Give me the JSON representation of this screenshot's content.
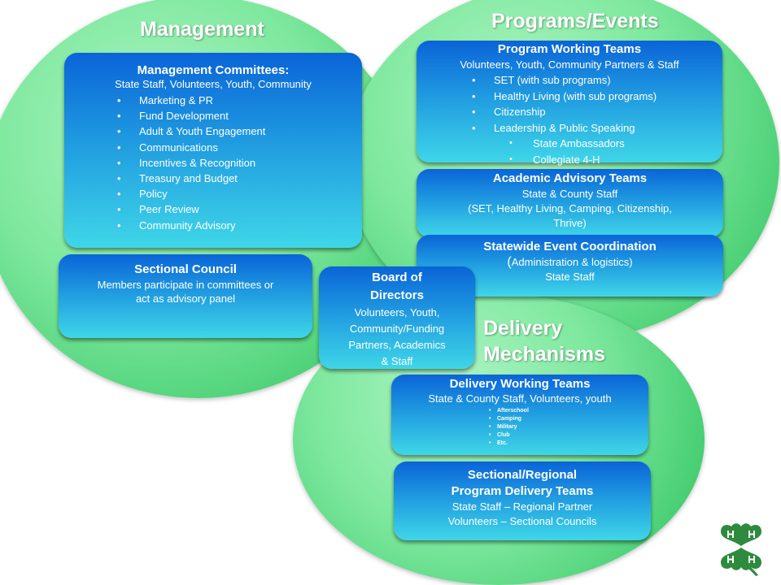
{
  "management": {
    "title": "Management",
    "committees": {
      "heading": "Management Committees:",
      "subtitle": "State Staff, Volunteers, Youth, Community",
      "items": [
        "Marketing & PR",
        "Fund Development",
        "Adult & Youth Engagement",
        "Communications",
        "Incentives & Recognition",
        "Treasury and Budget",
        "Policy",
        "Peer Review",
        "Community Advisory"
      ]
    },
    "sectional_council": {
      "heading": "Sectional Council",
      "line1": "Members participate in committees or",
      "line2": "act as advisory panel"
    }
  },
  "programs": {
    "title": "Programs/Events",
    "working_teams": {
      "heading": "Program Working Teams",
      "subtitle": "Volunteers, Youth, Community Partners & Staff",
      "items": [
        "SET (with sub programs)",
        "Healthy Living (with sub programs)",
        "Citizenship",
        "Leadership & Public Speaking"
      ],
      "sub_items": [
        "State Ambassadors",
        "Collegiate 4-H"
      ]
    },
    "academic": {
      "heading": "Academic Advisory Teams",
      "line1": "State & County Staff",
      "line2": "(SET, Healthy Living, Camping, Citizenship,",
      "line3": "Thrive)"
    },
    "statewide": {
      "heading": "Statewide Event Coordination",
      "paren_open": "(",
      "line1": "Administration & logistics)",
      "line2": "State Staff"
    }
  },
  "board": {
    "heading1": "Board of",
    "heading2": "Directors",
    "line1": "Volunteers, Youth,",
    "line2": "Community/Funding",
    "line3": "Partners, Academics",
    "line4": "& Staff"
  },
  "delivery": {
    "title1": "Delivery",
    "title2": "Mechanisms",
    "working_teams": {
      "heading": "Delivery Working Teams",
      "subtitle": "State & County Staff, Volunteers, youth",
      "items": [
        "Afterschool",
        "Camping",
        "Military",
        "Club",
        "Etc."
      ]
    },
    "sectional_regional": {
      "heading1": "Sectional/Regional",
      "heading2": "Program Delivery Teams",
      "line1": "State Staff – Regional Partner",
      "line2": "Volunteers – Sectional Councils"
    }
  },
  "logo": {
    "icon": "4h-clover-icon",
    "color": "#2e8b3e"
  },
  "colors": {
    "circle": "#7ee89e",
    "box_top": "#0a64d8",
    "box_bottom": "#3fd6e8"
  }
}
